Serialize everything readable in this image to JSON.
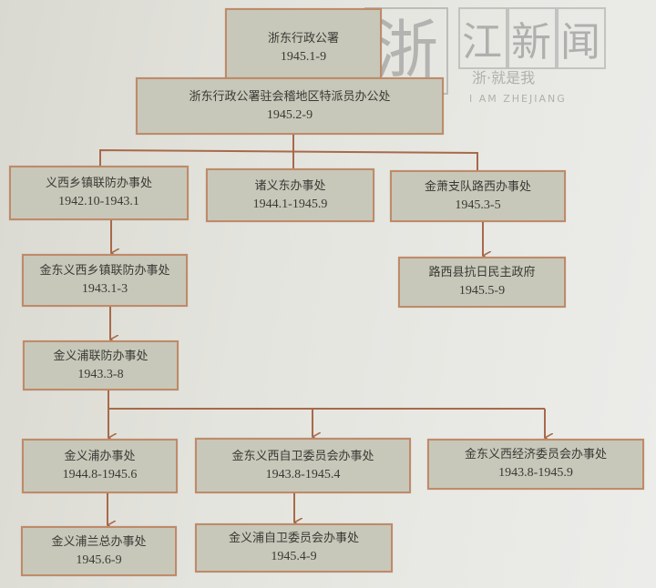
{
  "watermark": {
    "stamp": "浙",
    "title_chars": [
      "江",
      "新",
      "闻"
    ],
    "slogan": "浙·就是我",
    "english": "I AM ZHEJIANG"
  },
  "nodes": [
    {
      "id": "n1",
      "name": "浙东行政公署",
      "date": "1945.1-9"
    },
    {
      "id": "n2",
      "name": "浙东行政公署驻会稽地区特派员办公处",
      "date": "1945.2-9"
    },
    {
      "id": "n3",
      "name": "义西乡镇联防办事处",
      "date": "1942.10-1943.1"
    },
    {
      "id": "n4",
      "name": "诸义东办事处",
      "date": "1944.1-1945.9"
    },
    {
      "id": "n5",
      "name": "金萧支队路西办事处",
      "date": "1945.3-5"
    },
    {
      "id": "n6",
      "name": "金东义西乡镇联防办事处",
      "date": "1943.1-3"
    },
    {
      "id": "n7",
      "name": "路西县抗日民主政府",
      "date": "1945.5-9"
    },
    {
      "id": "n8",
      "name": "金义浦联防办事处",
      "date": "1943.3-8"
    },
    {
      "id": "n9",
      "name": "金义浦办事处",
      "date": "1944.8-1945.6"
    },
    {
      "id": "n10",
      "name": "金东义西自卫委员会办事处",
      "date": "1943.8-1945.4"
    },
    {
      "id": "n11",
      "name": "金东义西经济委员会办事处",
      "date": "1943.8-1945.9"
    },
    {
      "id": "n12",
      "name": "金义浦兰总办事处",
      "date": "1945.6-9"
    },
    {
      "id": "n13",
      "name": "金义浦自卫委员会办事处",
      "date": "1945.4-9"
    }
  ],
  "edges": [
    [
      "n1",
      "n2"
    ],
    [
      "n2",
      "n3"
    ],
    [
      "n2",
      "n4"
    ],
    [
      "n2",
      "n5"
    ],
    [
      "n3",
      "n6"
    ],
    [
      "n5",
      "n7"
    ],
    [
      "n6",
      "n8"
    ],
    [
      "n8",
      "n9"
    ],
    [
      "n8",
      "n10"
    ],
    [
      "n8",
      "n11"
    ],
    [
      "n9",
      "n12"
    ],
    [
      "n10",
      "n13"
    ]
  ],
  "colors": {
    "box_fill": "#c7c8b9",
    "box_border": "#c08a68",
    "line": "#a8694a"
  }
}
